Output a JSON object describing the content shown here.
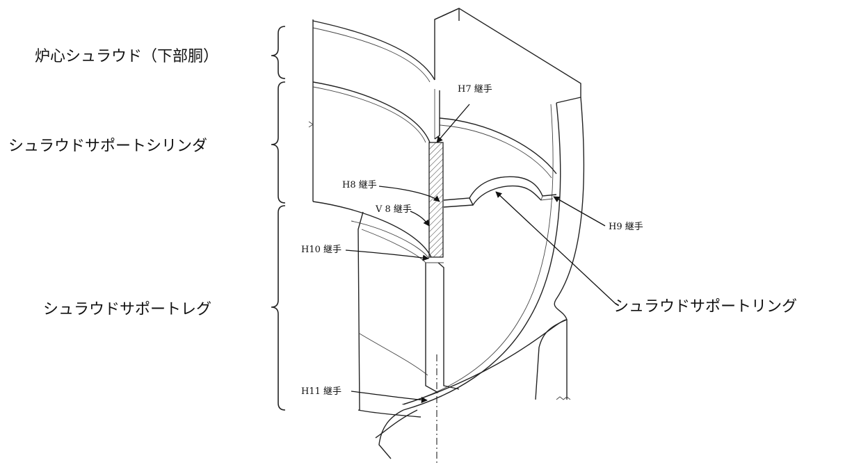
{
  "labels": {
    "lower_shell": "炉心シュラウド（下部胴）",
    "support_cylinder": "シュラウドサポートシリンダ",
    "support_leg": "シュラウドサポートレグ",
    "support_ring": "シュラウドサポートリング"
  },
  "joints": {
    "h7": "H7 継手",
    "h8": "H8 継手",
    "v8": "V 8 継手",
    "h9": "H9 継手",
    "h10": "H10 継手",
    "h11": "H11 継手"
  }
}
